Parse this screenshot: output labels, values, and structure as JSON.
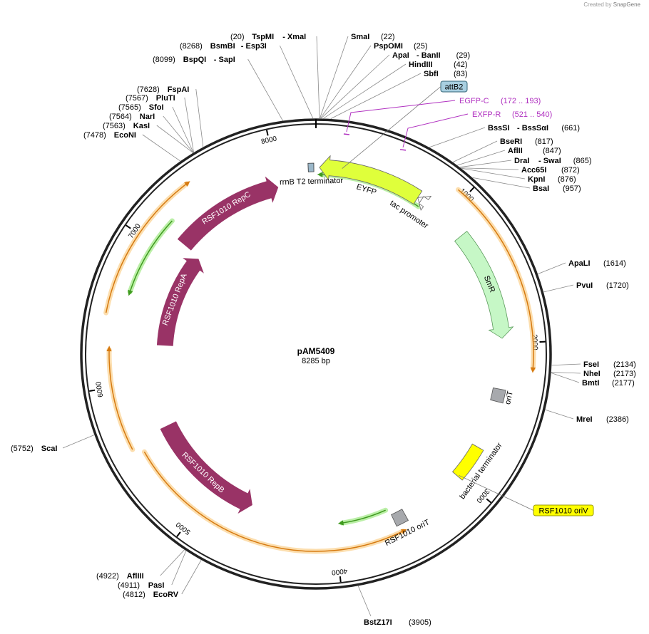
{
  "credit": {
    "prefix": "Created by",
    "brand": "SnapGene"
  },
  "plasmid": {
    "name": "pAM5409",
    "size_label": "8285 bp",
    "length": 8285
  },
  "ruler_ticks": [
    {
      "pos": 1000,
      "label": "1000"
    },
    {
      "pos": 2000,
      "label": "2000"
    },
    {
      "pos": 3000,
      "label": "3000"
    },
    {
      "pos": 4000,
      "label": "4000"
    },
    {
      "pos": 5000,
      "label": "5000"
    },
    {
      "pos": 6000,
      "label": "6000"
    },
    {
      "pos": 7000,
      "label": "7000"
    },
    {
      "pos": 8000,
      "label": "8000"
    }
  ],
  "features": [
    {
      "name": "EYFP",
      "start": 25,
      "end": 760,
      "strand": -1,
      "color": "#dfff3b",
      "stroke": "#666"
    },
    {
      "name": "tac promoter",
      "start": 760,
      "end": 790,
      "strand": -1,
      "color": "#ffffff",
      "stroke": "#666"
    },
    {
      "name": "rrnB T2 terminator",
      "start": 8230,
      "end": 8270,
      "strand": 0,
      "color": "#9bb7c9",
      "stroke": "#333"
    },
    {
      "name": "SmR",
      "start": 1170,
      "end": 1960,
      "strand": 1,
      "color": "#c6f7c6",
      "stroke": "#5a9a5a"
    },
    {
      "name": "oriT",
      "start": 2320,
      "end": 2410,
      "strand": 0,
      "color": "#a7a9ad",
      "stroke": "#555"
    },
    {
      "name": "bacterial terminator",
      "start": 2760,
      "end": 3010,
      "strand": 0,
      "color": "#ffff00",
      "stroke": "#666"
    },
    {
      "name": "RSF1010 oriT",
      "start": 3475,
      "end": 3565,
      "strand": 0,
      "color": "#a7a9ad",
      "stroke": "#555"
    },
    {
      "name": "RSF1010 RepB",
      "start": 4670,
      "end": 5620,
      "strand": -1,
      "color": "#993366",
      "stroke": "#993366"
    },
    {
      "name": "RSF1010 RepA",
      "start": 6290,
      "end": 7110,
      "strand": 1,
      "color": "#993366",
      "stroke": "#993366"
    },
    {
      "name": "RSF1010 RepC",
      "start": 7130,
      "end": 7990,
      "strand": 1,
      "color": "#993366",
      "stroke": "#993366"
    }
  ],
  "orfs": [
    {
      "start": 940,
      "end": 2160,
      "strand": 1,
      "type": "orf"
    },
    {
      "start": 3540,
      "end": 5530,
      "strand": -1,
      "type": "orf"
    },
    {
      "start": 5580,
      "end": 6240,
      "strand": 1,
      "type": "orf"
    },
    {
      "start": 6470,
      "end": 7430,
      "strand": 1,
      "type": "orf"
    },
    {
      "start": 5580,
      "end": 8030,
      "strand": 0,
      "type": "orf-line"
    },
    {
      "start": 40,
      "end": 800,
      "strand": -1,
      "type": "selected"
    },
    {
      "start": 3590,
      "end": 3940,
      "strand": 1,
      "type": "selected"
    },
    {
      "start": 6640,
      "end": 7200,
      "strand": -1,
      "type": "selected"
    }
  ],
  "primers": [
    {
      "label": "EGFP-C",
      "range": "(172 .. 193)",
      "pos": 182,
      "color": "#b030c0"
    },
    {
      "label": "EXFP-R",
      "range": "(521 .. 540)",
      "pos": 530,
      "color": "#b030c0"
    }
  ],
  "features_boxed": [
    {
      "name": "attB2",
      "fill": "#a8cfe0",
      "stroke": "#336677"
    },
    {
      "name": "RSF1010 oriV",
      "fill": "#ffff00",
      "stroke": "#999900"
    }
  ],
  "enzyme_labels": [
    {
      "pos": 20,
      "text": "(20)",
      "name": "TspMI",
      "extra": "- XmaI",
      "side": "left"
    },
    {
      "pos": 8268,
      "text": "(8268)",
      "name": "BsmBI",
      "extra": "- Esp3I",
      "side": "left"
    },
    {
      "pos": 8099,
      "text": "(8099)",
      "name": "BspQI",
      "extra": "- SapI",
      "side": "left"
    },
    {
      "pos": 7628,
      "text": "(7628)",
      "name": "FspAI",
      "extra": "",
      "side": "left"
    },
    {
      "pos": 7567,
      "text": "(7567)",
      "name": "PluTI",
      "extra": "",
      "side": "left"
    },
    {
      "pos": 7565,
      "text": "(7565)",
      "name": "SfoI",
      "extra": "",
      "side": "left"
    },
    {
      "pos": 7564,
      "text": "(7564)",
      "name": "NarI",
      "extra": "",
      "side": "left"
    },
    {
      "pos": 7563,
      "text": "(7563)",
      "name": "KasI",
      "extra": "",
      "side": "left"
    },
    {
      "pos": 7478,
      "text": "(7478)",
      "name": "EcoNI",
      "extra": "",
      "side": "left"
    },
    {
      "pos": 22,
      "text": "(22)",
      "name": "SmaI",
      "extra": "",
      "side": "right"
    },
    {
      "pos": 25,
      "text": "(25)",
      "name": "PspOMI",
      "extra": "",
      "side": "right"
    },
    {
      "pos": 29,
      "text": "(29)",
      "name": "ApaI",
      "extra": "- BanII",
      "side": "right"
    },
    {
      "pos": 42,
      "text": "(42)",
      "name": "HindIII",
      "extra": "",
      "side": "right"
    },
    {
      "pos": 83,
      "text": "(83)",
      "name": "SbfI",
      "extra": "",
      "side": "right"
    },
    {
      "pos": 661,
      "text": "(661)",
      "name": "BssSI",
      "extra": "- BssSαI",
      "side": "right"
    },
    {
      "pos": 817,
      "text": "(817)",
      "name": "BseRI",
      "extra": "",
      "side": "right"
    },
    {
      "pos": 847,
      "text": "(847)",
      "name": "AflII",
      "extra": "",
      "side": "right"
    },
    {
      "pos": 865,
      "text": "(865)",
      "name": "DraI",
      "extra": "- SwaI",
      "side": "right"
    },
    {
      "pos": 872,
      "text": "(872)",
      "name": "Acc65I",
      "extra": "",
      "side": "right"
    },
    {
      "pos": 876,
      "text": "(876)",
      "name": "KpnI",
      "extra": "",
      "side": "right"
    },
    {
      "pos": 957,
      "text": "(957)",
      "name": "BsaI",
      "extra": "",
      "side": "right"
    },
    {
      "pos": 1614,
      "text": "(1614)",
      "name": "ApaLI",
      "extra": "",
      "side": "right"
    },
    {
      "pos": 1720,
      "text": "(1720)",
      "name": "PvuI",
      "extra": "",
      "side": "right"
    },
    {
      "pos": 2134,
      "text": "(2134)",
      "name": "FseI",
      "extra": "",
      "side": "right"
    },
    {
      "pos": 2173,
      "text": "(2173)",
      "name": "NheI",
      "extra": "",
      "side": "right"
    },
    {
      "pos": 2177,
      "text": "(2177)",
      "name": "BmtI",
      "extra": "",
      "side": "right"
    },
    {
      "pos": 2386,
      "text": "(2386)",
      "name": "MreI",
      "extra": "",
      "side": "right"
    },
    {
      "pos": 3905,
      "text": "(3905)",
      "name": "BstZ17I",
      "extra": "",
      "side": "right"
    },
    {
      "pos": 4922,
      "text": "(4922)",
      "name": "AflIII",
      "extra": "",
      "side": "left"
    },
    {
      "pos": 4911,
      "text": "(4911)",
      "name": "PasI",
      "extra": "",
      "side": "left"
    },
    {
      "pos": 4812,
      "text": "(4812)",
      "name": "EcoRV",
      "extra": "",
      "side": "left"
    },
    {
      "pos": 5752,
      "text": "(5752)",
      "name": "ScaI",
      "extra": "",
      "side": "left"
    }
  ]
}
